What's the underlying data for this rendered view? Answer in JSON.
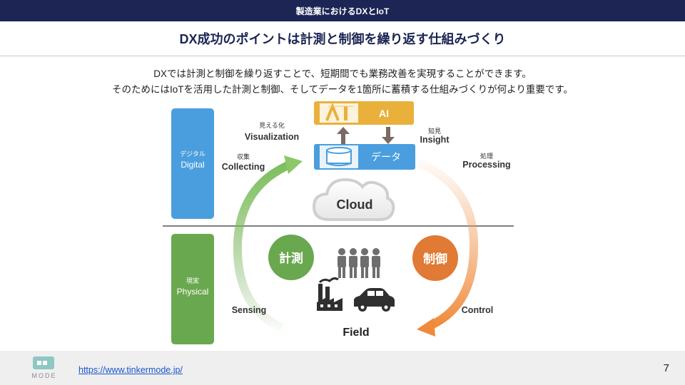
{
  "header": {
    "section_title": "製造業におけるDXとIoT"
  },
  "slide": {
    "title": "DX成功のポイントは計測と制御を繰り返す仕組みづくり",
    "description_line1": "DXでは計測と制御を繰り返すことで、短期間でも業務改善を実現することができます。",
    "description_line2": "そのためにはIoTを活用した計測と制御、そしてデータを1箇所に蓄積する仕組みづくりが何より重要です。"
  },
  "diagram": {
    "digital_label_ja": "デジタル",
    "digital_label_en": "Digital",
    "physical_label_ja": "現実",
    "physical_label_en": "Physical",
    "visualization_ja": "見える化",
    "visualization_en": "Visualization",
    "collecting_ja": "収集",
    "collecting_en": "Collecting",
    "insight_ja": "知見",
    "insight_en": "Insight",
    "processing_ja": "処理",
    "processing_en": "Processing",
    "ai_label": "AI",
    "data_label": "データ",
    "cloud_label": "Cloud",
    "measure_label": "計測",
    "control_circle_label": "制御",
    "sensing_label": "Sensing",
    "control_label": "Control",
    "field_label": "Field",
    "colors": {
      "digital_blue": "#4a9ede",
      "physical_green": "#6aa84f",
      "ai_yellow": "#e9b13c",
      "control_orange": "#e07a34",
      "arrow_brown": "#7b6a63"
    }
  },
  "footer": {
    "url": "https://www.tinkermode.jp/",
    "page_number": "7",
    "logo_text": "MODE"
  }
}
